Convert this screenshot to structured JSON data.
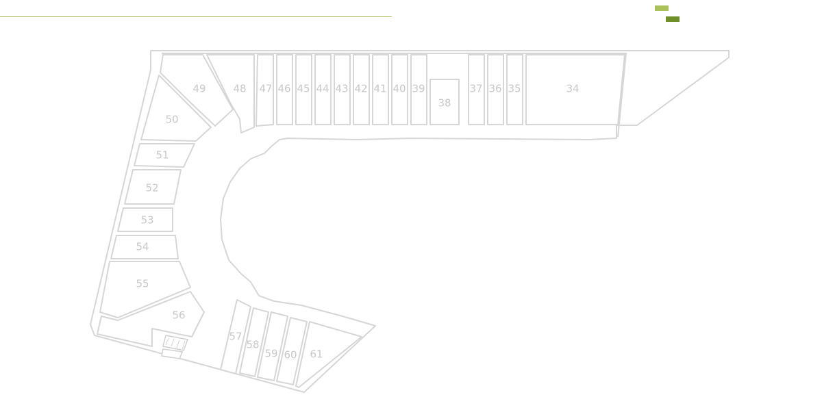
{
  "legend": {
    "light_color": "#a9c35a",
    "dark_color": "#6f8f28"
  },
  "colors": {
    "line": "#a8b85a",
    "outline": "#d6d6d6",
    "label": "#c8c8c8"
  },
  "units": [
    {
      "id": "34",
      "label": "34"
    },
    {
      "id": "35",
      "label": "35"
    },
    {
      "id": "36",
      "label": "36"
    },
    {
      "id": "37",
      "label": "37"
    },
    {
      "id": "38",
      "label": "38"
    },
    {
      "id": "39",
      "label": "39"
    },
    {
      "id": "40",
      "label": "40"
    },
    {
      "id": "41",
      "label": "41"
    },
    {
      "id": "42",
      "label": "42"
    },
    {
      "id": "43",
      "label": "43"
    },
    {
      "id": "44",
      "label": "44"
    },
    {
      "id": "45",
      "label": "45"
    },
    {
      "id": "46",
      "label": "46"
    },
    {
      "id": "47",
      "label": "47"
    },
    {
      "id": "48",
      "label": "48"
    },
    {
      "id": "49",
      "label": "49"
    },
    {
      "id": "50",
      "label": "50"
    },
    {
      "id": "51",
      "label": "51"
    },
    {
      "id": "52",
      "label": "52"
    },
    {
      "id": "53",
      "label": "53"
    },
    {
      "id": "54",
      "label": "54"
    },
    {
      "id": "55",
      "label": "55"
    },
    {
      "id": "56",
      "label": "56"
    },
    {
      "id": "57",
      "label": "57"
    },
    {
      "id": "58",
      "label": "58"
    },
    {
      "id": "59",
      "label": "59"
    },
    {
      "id": "60",
      "label": "60"
    },
    {
      "id": "61",
      "label": "61"
    }
  ]
}
